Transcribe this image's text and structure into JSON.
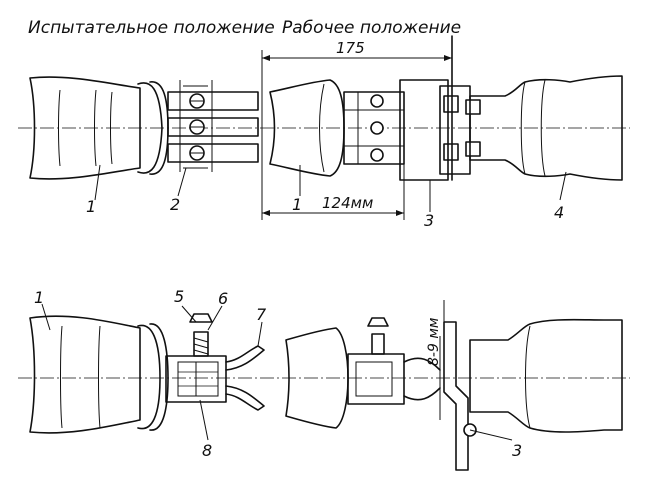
{
  "header": {
    "test_position": "Испытательное положение",
    "work_position": "Рабочее положение"
  },
  "dimensions": {
    "d175": "175",
    "d124": "124мм",
    "d89": "8-9 мм"
  },
  "callouts": {
    "top": [
      "1",
      "2",
      "1",
      "3",
      "4"
    ],
    "bottom": [
      "1",
      "5",
      "6",
      "7",
      "8",
      "3"
    ]
  }
}
